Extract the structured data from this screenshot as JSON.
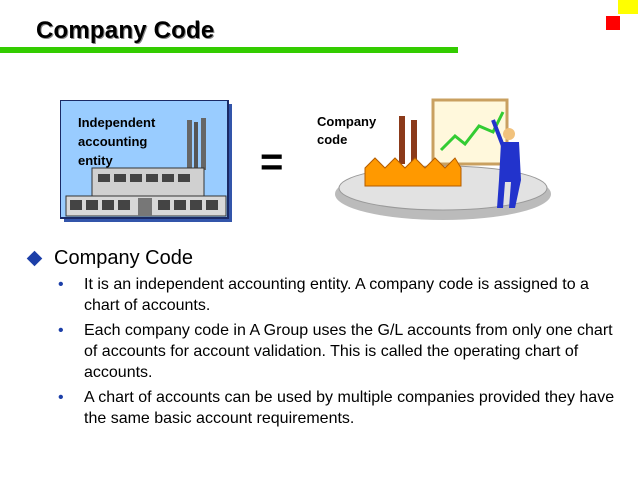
{
  "slide": {
    "title": "Company Code",
    "entity_label": "Independent\naccounting\nentity",
    "equals_sign": "=",
    "company_label": "Company\ncode",
    "section_title": "Company Code",
    "bullets": [
      "It is an independent accounting entity. A company code is assigned to a chart of accounts.",
      "Each company code in A Group uses the G/L accounts from only one chart of accounts for account validation. This is called the operating chart of accounts.",
      "A chart of accounts can be used by multiple companies provided they have the same basic account requirements."
    ],
    "bullet_marker": "•"
  },
  "colors": {
    "accent_green": "#33cc00",
    "corner_yellow": "#ffff00",
    "corner_red": "#ff0000",
    "bullet_blue": "#1c3fa8",
    "entity_box_fill": "#99ccff"
  }
}
